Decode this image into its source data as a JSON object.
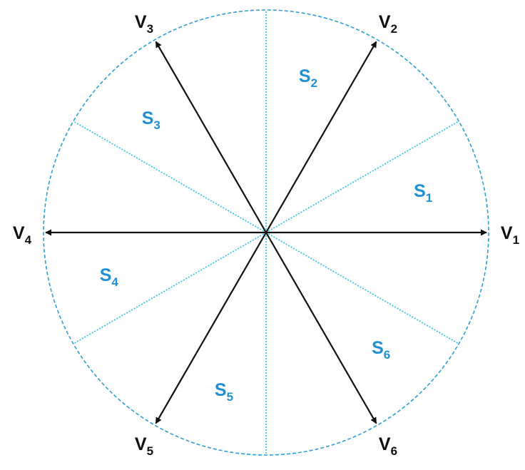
{
  "colors": {
    "circle": "#2f9fd8",
    "sector_lines": "#2ec4e6",
    "vectors": "#111111",
    "sector_labels": "#1f8fd6",
    "vector_labels": "#111111"
  },
  "vectors": [
    {
      "id": "V1",
      "letter": "V",
      "sub": "1",
      "angle_deg": 0
    },
    {
      "id": "V2",
      "letter": "V",
      "sub": "2",
      "angle_deg": 60
    },
    {
      "id": "V3",
      "letter": "V",
      "sub": "3",
      "angle_deg": 120
    },
    {
      "id": "V4",
      "letter": "V",
      "sub": "4",
      "angle_deg": 180
    },
    {
      "id": "V5",
      "letter": "V",
      "sub": "5",
      "angle_deg": 240
    },
    {
      "id": "V6",
      "letter": "V",
      "sub": "6",
      "angle_deg": 300
    }
  ],
  "sector_boundaries_deg": [
    30,
    90,
    150,
    210,
    270,
    330
  ],
  "sectors": [
    {
      "id": "S1",
      "letter": "S",
      "sub": "1"
    },
    {
      "id": "S2",
      "letter": "S",
      "sub": "2"
    },
    {
      "id": "S3",
      "letter": "S",
      "sub": "3"
    },
    {
      "id": "S4",
      "letter": "S",
      "sub": "4"
    },
    {
      "id": "S5",
      "letter": "S",
      "sub": "5"
    },
    {
      "id": "S6",
      "letter": "S",
      "sub": "6"
    }
  ]
}
